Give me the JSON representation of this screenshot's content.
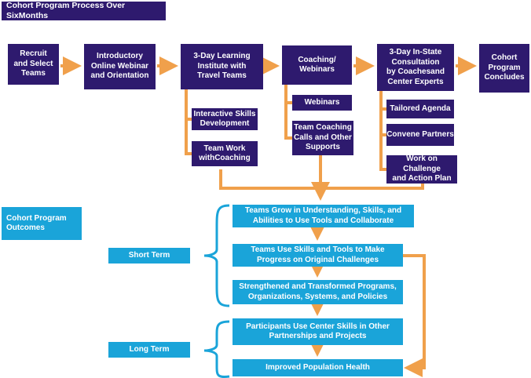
{
  "header": {
    "title": "Cohort Program Process Over SixMonths"
  },
  "process": {
    "recruit": "Recruit\nand Select\nTeams",
    "webinar_orientation": "Introductory\nOnline Webinar\nand Orientation",
    "institute": "3-Day Learning\nInstitute with\nTravel Teams",
    "coaching_webinars": "Coaching/\nWebinars",
    "consultation": "3-Day In-State\nConsultation\nby Coachesand\nCenter Experts",
    "concludes": "Cohort\nProgram\nConcludes"
  },
  "institute_subitems": [
    "Interactive Skills\nDevelopment",
    "Team Work\nwithCoaching"
  ],
  "coaching_subitems": [
    "Webinars",
    "Team Coaching\nCalls and Other\nSupports"
  ],
  "consultation_subitems": [
    "Tailored Agenda",
    "Convene Partners",
    "Work on Challenge\nand Action Plan"
  ],
  "outcomes": {
    "heading": "Cohort Program\nOutcomes",
    "short_term_label": "Short Term",
    "long_term_label": "Long Term",
    "items": [
      "Teams Grow in Understanding, Skills, and\nAbilities to Use Tools and Collaborate",
      "Teams Use Skills and Tools to Make\nProgress on Original Challenges",
      "Strengthened and Transformed Programs,\nOrganizations, Systems, and Policies",
      "Participants Use Center Skills in Other\nPartnerships and Projects",
      "Improved Population Health"
    ]
  },
  "colors": {
    "dark_purple": "#2e1a6e",
    "sky_blue": "#1aa4d9",
    "orange_connector": "#f0a04b"
  }
}
